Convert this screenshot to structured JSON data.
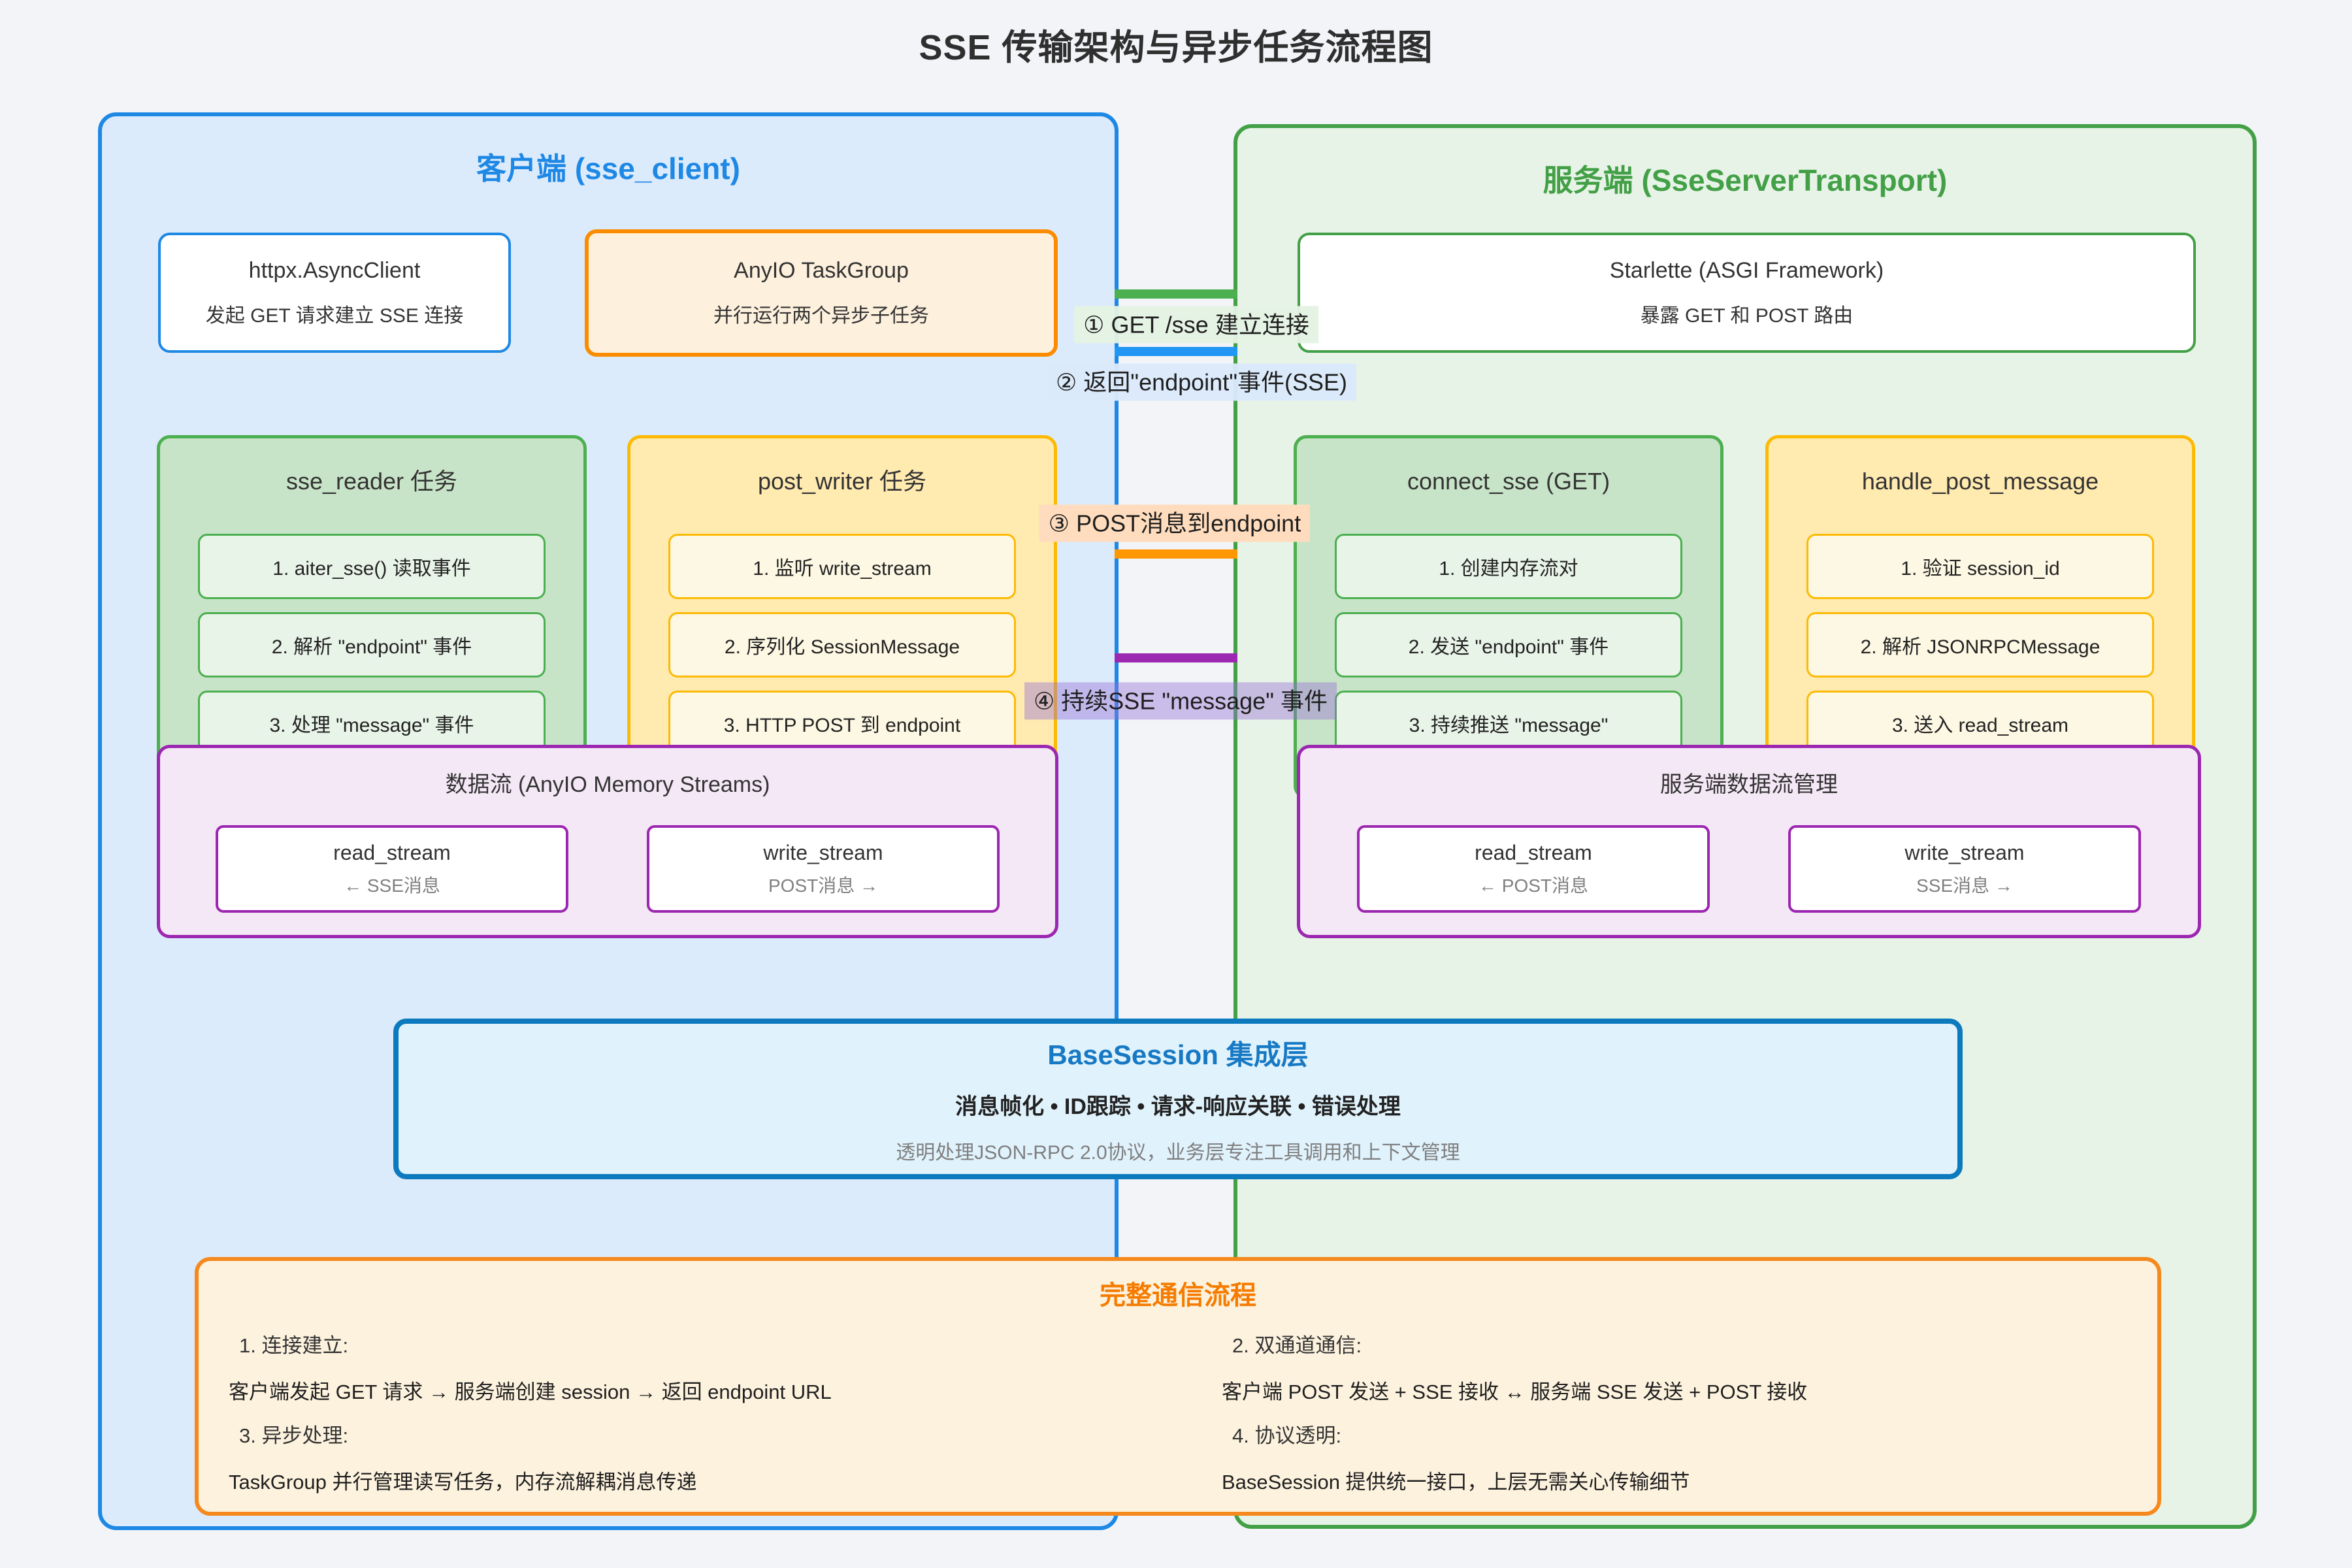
{
  "title": "SSE 传输架构与异步任务流程图",
  "client": {
    "title": "客户端 (sse_client)",
    "httpx": {
      "title": "httpx.AsyncClient",
      "subtitle": "发起 GET 请求建立 SSE 连接"
    },
    "taskgroup": {
      "title": "AnyIO TaskGroup",
      "subtitle": "并行运行两个异步子任务"
    },
    "sse_reader": {
      "title": "sse_reader 任务",
      "items": [
        "1. aiter_sse() 读取事件",
        "2. 解析 \"endpoint\" 事件",
        "3. 处理 \"message\" 事件"
      ]
    },
    "post_writer": {
      "title": "post_writer 任务",
      "items": [
        "1. 监听 write_stream",
        "2. 序列化 SessionMessage",
        "3. HTTP POST 到 endpoint"
      ]
    },
    "streams": {
      "title": "数据流 (AnyIO Memory Streams)",
      "read": {
        "name": "read_stream",
        "desc": "← SSE消息"
      },
      "write": {
        "name": "write_stream",
        "desc": "POST消息 →"
      }
    }
  },
  "server": {
    "title": "服务端 (SseServerTransport)",
    "starlette": {
      "title": "Starlette (ASGI Framework)",
      "subtitle": "暴露 GET 和 POST 路由"
    },
    "connect_sse": {
      "title": "connect_sse (GET)",
      "items": [
        "1. 创建内存流对",
        "2. 发送 \"endpoint\" 事件",
        "3. 持续推送 \"message\""
      ]
    },
    "handle_post": {
      "title": "handle_post_message",
      "items": [
        "1. 验证 session_id",
        "2. 解析 JSONRPCMessage",
        "3. 送入 read_stream"
      ]
    },
    "streams": {
      "title": "服务端数据流管理",
      "read": {
        "name": "read_stream",
        "desc": "← POST消息"
      },
      "write": {
        "name": "write_stream",
        "desc": "SSE消息 →"
      }
    }
  },
  "arrows": [
    {
      "label": "① GET /sse 建立连接"
    },
    {
      "label": "② 返回\"endpoint\"事件(SSE)"
    },
    {
      "label": "③ POST消息到endpoint"
    },
    {
      "label": "④ 持续SSE \"message\" 事件"
    }
  ],
  "base_session": {
    "title": "BaseSession 集成层",
    "line1": "消息帧化 • ID跟踪 • 请求-响应关联 • 错误处理",
    "line2": "透明处理JSON-RPC 2.0协议，业务层专注工具调用和上下文管理"
  },
  "flow": {
    "title": "完整通信流程",
    "items": [
      {
        "heading": "1. 连接建立:",
        "text": "客户端发起 GET 请求 → 服务端创建 session → 返回 endpoint URL"
      },
      {
        "heading": "2. 双通道通信:",
        "text": "客户端 POST 发送 + SSE 接收 ↔ 服务端 SSE 发送 + POST 接收"
      },
      {
        "heading": "3. 异步处理:",
        "text": "TaskGroup 并行管理读写任务，内存流解耦消息传递"
      },
      {
        "heading": "4. 协议透明:",
        "text": "BaseSession 提供统一接口，上层无需关心传输细节"
      }
    ]
  }
}
